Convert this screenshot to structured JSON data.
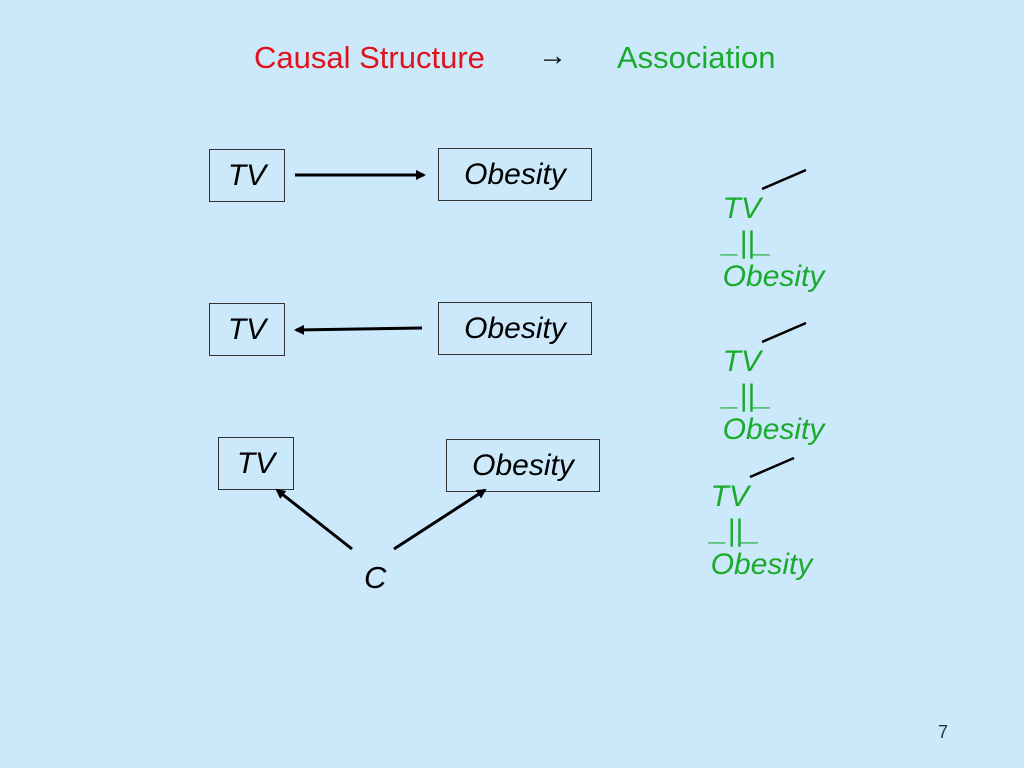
{
  "title": {
    "left": "Causal Structure",
    "arrow": "→",
    "right": "Association"
  },
  "rows": [
    {
      "left_node": "TV",
      "right_node": "Obesity",
      "assoc_left": "TV",
      "assoc_symbol": "_||_",
      "assoc_right": "Obesity"
    },
    {
      "left_node": "TV",
      "right_node": "Obesity",
      "assoc_left": "TV",
      "assoc_symbol": "_||_",
      "assoc_right": "Obesity"
    },
    {
      "left_node": "TV",
      "right_node": "Obesity",
      "assoc_left": "TV",
      "assoc_symbol": "_||_",
      "assoc_right": "Obesity",
      "common_cause": "C"
    }
  ],
  "page_number": "7",
  "colors": {
    "background": "#cbe9fb",
    "title_left": "#e0121b",
    "title_right": "#1aaa2c",
    "association": "#1aaa2c"
  }
}
